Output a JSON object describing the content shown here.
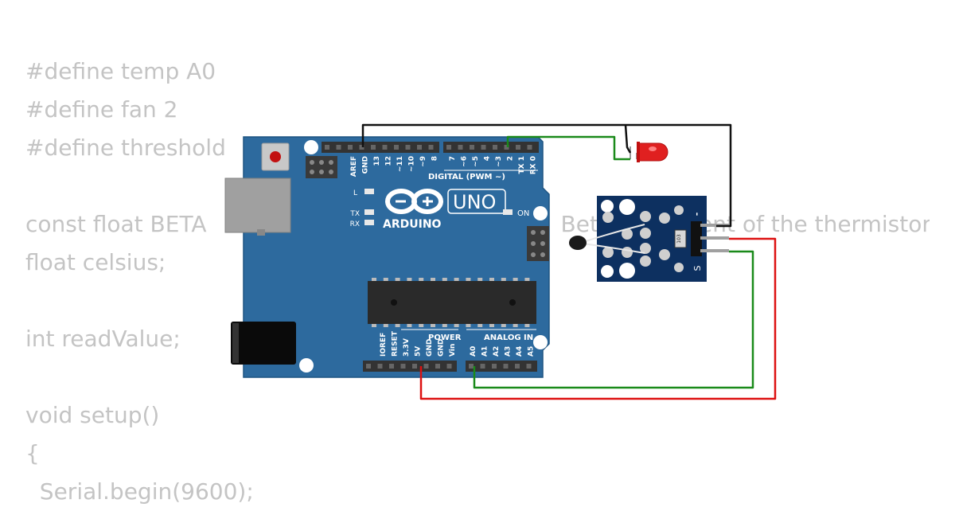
{
  "code_lines": [
    "#define temp A0",
    "#define fan 2",
    "#define threshold",
    "",
    "const float BETA                                                  Beta coefficient of the thermistor",
    "float celsius;",
    "",
    "int readValue;",
    "",
    "void setup()",
    "{",
    "  Serial.begin(9600);"
  ],
  "arduino": {
    "logo_text": "ARDUINO",
    "model": "UNO",
    "digital_header_label": "DIGITAL (PWM ~)",
    "power_label": "POWER",
    "analog_label": "ANALOG IN",
    "on_label": "ON",
    "l_label": "L",
    "tx_label": "TX",
    "rx_label": "RX",
    "digital_pin_labels_left": [
      "AREF",
      "GND",
      "13",
      "12",
      "~11",
      "~10",
      "~9",
      "8"
    ],
    "digital_pin_labels_right": [
      "7",
      "~6",
      "~5",
      "4",
      "~3",
      "2",
      "TX 1",
      "RX 0"
    ],
    "power_pin_labels": [
      "IOREF",
      "RESET",
      "3.3V",
      "5V",
      "GND",
      "GND",
      "Vin"
    ],
    "analog_pin_labels": [
      "A0",
      "A1",
      "A2",
      "A3",
      "A4",
      "A5"
    ]
  },
  "sensor_module": {
    "minus_label": "-",
    "signal_label": "S",
    "resistor_code": "103"
  },
  "colors": {
    "board_blue": "#2d6a9e",
    "module_navy": "#0d3060",
    "wire_black": "#111111",
    "wire_green": "#1a8a1a",
    "wire_red": "#dd1111",
    "led_red": "#e02020",
    "code_gray": "#c4c4c4"
  }
}
